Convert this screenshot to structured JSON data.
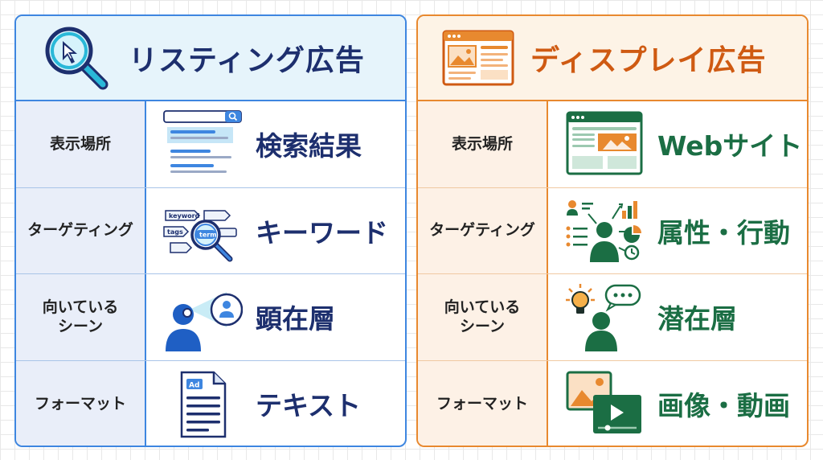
{
  "listing": {
    "title": "リスティング広告",
    "icon": "magnifier-cursor-icon",
    "accent": "#3e86e0",
    "rows": [
      {
        "label": "表示場所",
        "value": "検索結果",
        "icon": "search-results-icon"
      },
      {
        "label": "ターゲティング",
        "value": "キーワード",
        "icon": "keyword-tags-icon",
        "icon_text": {
          "keyword": "keyword",
          "tags": "tags",
          "term": "term"
        }
      },
      {
        "label": "向いている\nシーン",
        "value": "顕在層",
        "icon": "person-searching-icon"
      },
      {
        "label": "フォーマット",
        "value": "テキスト",
        "icon": "text-ad-document-icon",
        "icon_text": {
          "badge": "Ad"
        }
      }
    ]
  },
  "display": {
    "title": "ディスプレイ広告",
    "icon": "web-layout-icon",
    "accent": "#e8892f",
    "rows": [
      {
        "label": "表示場所",
        "value": "Webサイト",
        "icon": "website-banner-icon"
      },
      {
        "label": "ターゲティング",
        "value": "属性・行動",
        "icon": "audience-analytics-icon"
      },
      {
        "label": "向いている\nシーン",
        "value": "潜在層",
        "icon": "person-idea-icon"
      },
      {
        "label": "フォーマット",
        "value": "画像・動画",
        "icon": "image-video-icon"
      }
    ]
  }
}
